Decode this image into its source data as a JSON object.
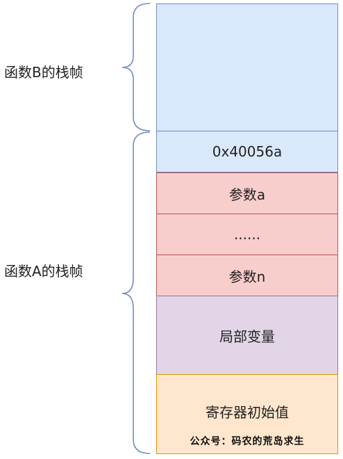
{
  "frames": {
    "frame_b_label": "函数B的栈帧",
    "frame_a_label": "函数A的栈帧"
  },
  "stack": {
    "return_address": "0x40056a",
    "param_a": "参数a",
    "ellipsis": "......",
    "param_n": "参数n",
    "local_vars": "局部变量",
    "saved_registers": "寄存器初始值"
  },
  "watermark": "公众号：码农的荒岛求生",
  "colors": {
    "blue_fill": "#dae8fc",
    "blue_stroke": "#6c8ebf",
    "red_fill": "#f8cecc",
    "red_stroke": "#b85450",
    "purple_fill": "#e1d5e7",
    "purple_stroke": "#9673a6",
    "orange_fill": "#ffe6cc",
    "orange_stroke": "#d79b00",
    "brace_stroke": "#6c8ebf"
  }
}
